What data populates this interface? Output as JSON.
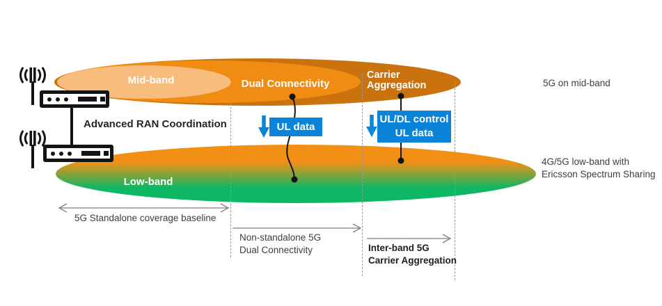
{
  "top_band": {
    "mid_band_label": "Mid-band",
    "dual_connectivity_label": "Dual Connectivity",
    "carrier_aggregation_line1": "Carrier",
    "carrier_aggregation_line2": "Aggregation"
  },
  "low_band": {
    "label": "Low-band"
  },
  "coordination": {
    "label": "Advanced RAN Coordination"
  },
  "callouts": {
    "ul_data": "UL data",
    "uldl_control_line1": "UL/DL control",
    "uldl_control_line2": "UL data"
  },
  "right_labels": {
    "mid_band": "5G on mid-band",
    "low_band_line1": "4G/5G low-band with",
    "low_band_line2": "Ericsson Spectrum Sharing"
  },
  "measures": {
    "baseline": "5G Standalone coverage baseline",
    "nsa_line1": "Non-standalone 5G",
    "nsa_line2": "Dual Connectivity",
    "ca_line1": "Inter-band 5G",
    "ca_line2": "Carrier Aggregation"
  },
  "colors": {
    "outer_ellipse": "#c9720e",
    "bright_orange": "#f18c12",
    "light_orange": "#f8bd7d",
    "green": "#0db763",
    "callout_blue": "#0a84d9"
  }
}
